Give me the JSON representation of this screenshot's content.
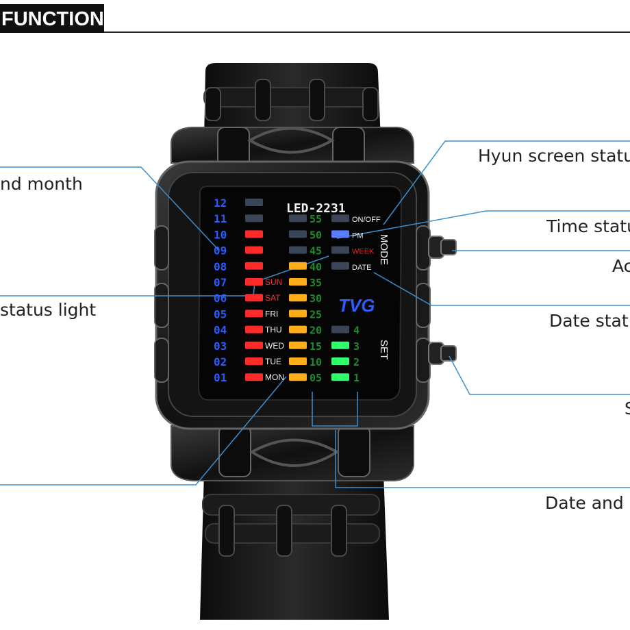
{
  "header": {
    "title": "FUNCTION"
  },
  "callouts": {
    "left_1": "nd month",
    "left_2": "status light",
    "right_1": "Hyun screen statu",
    "right_2": "Time statu",
    "right_3": "Ac",
    "right_4": "Date stat",
    "right_5": "S",
    "right_6": "Date and"
  },
  "watch": {
    "model": "LED-2231",
    "brand": "TVG",
    "buttons": {
      "mode": "MODE",
      "set": "SET"
    },
    "hours": [
      "12",
      "11",
      "10",
      "09",
      "08",
      "07",
      "06",
      "05",
      "04",
      "03",
      "02",
      "01"
    ],
    "days": [
      "SUN",
      "SAT",
      "FRI",
      "THU",
      "WED",
      "TUE",
      "MON"
    ],
    "minutes": [
      "55",
      "50",
      "45",
      "40",
      "35",
      "30",
      "25",
      "20",
      "15",
      "10",
      "05"
    ],
    "status_labels": [
      "ON/OFF",
      "PM",
      "WEEK",
      "DATE"
    ],
    "digits": [
      "4",
      "3",
      "2",
      "1"
    ],
    "colors": {
      "hour_digits": "#2a5cff",
      "hour_led": "#ff2a2a",
      "minute_led": "#ffae1a",
      "minute_digits": "#1f8a2a",
      "second_led": "#2eff6a",
      "pm_led": "#5a7dff"
    }
  }
}
